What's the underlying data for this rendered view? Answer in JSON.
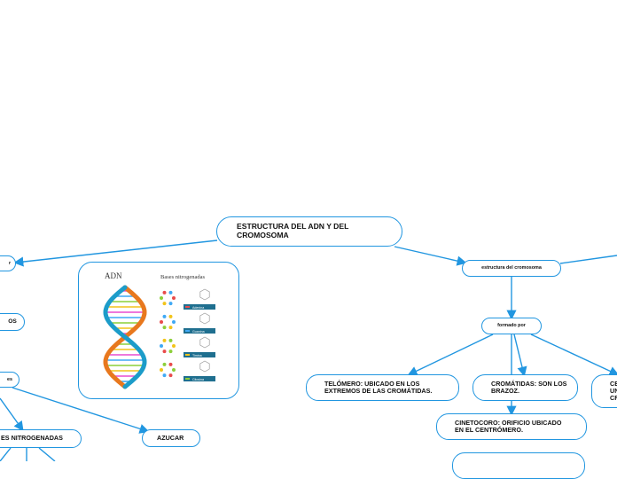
{
  "nodes": {
    "root": "ESTRUCTURA DEL ADN Y DEL CROMOSOMA",
    "left_top": "r",
    "left_mid": "OS",
    "left_lower": "es",
    "bases": "ES NITROGENADAS",
    "azucar": "AZUCAR",
    "estructura_cromosoma": "estructura del cromosoma",
    "formado_por": "formado por",
    "telomero": "TELÓMERO: UBICADO EN LOS EXTREMOS DE LAS CROMÁTIDAS.",
    "cromatidas": "CROMÁTIDAS: SON LOS BRAZOZ.",
    "right_partial": "CE UN CR",
    "cinetocoro": "CINETOCORO: ORIFICIO UBICADO EN EL CENTRÓMERO."
  },
  "image": {
    "title": "ADN",
    "subtitle": "Bases nitrogenadas",
    "bases": [
      "Adenina",
      "Guanina",
      "Timina",
      "Citosina"
    ],
    "colors": {
      "strand_orange": "#e8781e",
      "strand_blue": "#1c9cc9",
      "label_bar": "#1f6f8f",
      "rung_colors": [
        "#e94bd0",
        "#3fa9f5",
        "#8ccf3a",
        "#f2c41a"
      ]
    }
  },
  "colors": {
    "connector": "#2196e0",
    "border": "#2196e0"
  }
}
